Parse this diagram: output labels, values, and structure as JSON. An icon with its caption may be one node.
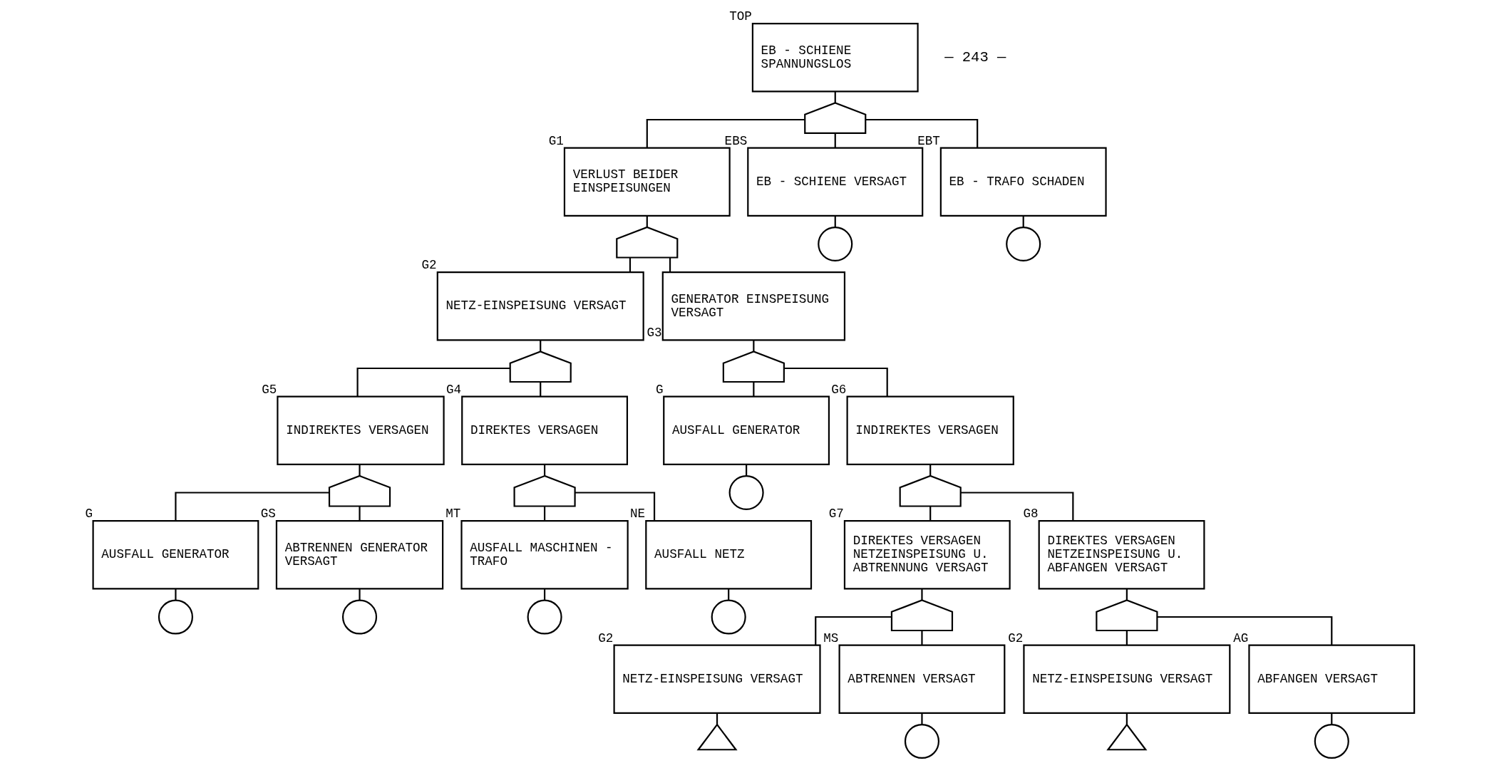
{
  "diagram": {
    "nodes": [
      {
        "text": [
          "EB - SCHIENE SPANNUNGSLOS"
        ],
        "beside": [
          "TOP"
        ]
      },
      {
        "text": [],
        "shape": "semicircle"
      },
      {
        "text": [
          "VERLUST BEIDER EINSPEISUNGEN"
        ],
        "beside": [
          "G1"
        ]
      },
      {
        "text": [],
        "shape": "semicircle"
      },
      {
        "text": [
          "EB - SCHIENE VERSAGT"
        ],
        "beside": [
          "EBS"
        ]
      },
      {
        "text": [],
        "shape": "circle"
      },
      {
        "text": [
          "EB - TRAFO SCHADEN"
        ],
        "beside": [
          "EBT"
        ]
      },
      {
        "text": [],
        "shape": "circle"
      },
      {
        "text": [
          "NETZ-EINSPEISUNG VERSAGT"
        ],
        "beside": [
          "G2"
        ]
      },
      {
        "text": [],
        "shape": "semicircle"
      },
      {
        "text": [
          "GENERATOR EINSPEISUNG VERSAGT"
        ],
        "beside": [
          "G3"
        ]
      },
      {
        "text": [],
        "shape": "semicircle"
      },
      {
        "text": [
          "INDIREKTES VERSAGEN"
        ],
        "beside": [
          "G5"
        ]
      },
      {
        "text": [],
        "shape": "semicircle"
      },
      {
        "text": [
          "DIREKTES VERSAGEN"
        ],
        "beside": [
          "G4"
        ]
      },
      {
        "text": [],
        "shape": "semicircle"
      },
      {
        "text": [
          "AUSFALL GENERATOR"
        ],
        "beside": [
          "G"
        ]
      },
      {
        "text": [],
        "shape": "circle"
      },
      {
        "text": [
          "INDIREKTES VERSAGEN"
        ],
        "beside": [
          "G6"
        ]
      },
      {
        "text": [],
        "shape": "semicircle"
      },
      {
        "text": [
          "AUSFALL GENERATOR"
        ],
        "beside": [
          "G"
        ]
      },
      {
        "text": [],
        "shape": "circle"
      },
      {
        "text": [
          "ABTRENNEN GENERATOR VERSAGT"
        ],
        "beside": [
          "GS"
        ]
      },
      {
        "text": [],
        "shape": "circle"
      },
      {
        "text": [
          "AUSFALL MASCHINEN - TRAFO"
        ],
        "beside": [
          "MT"
        ]
      },
      {
        "text": [],
        "shape": "circle"
      },
      {
        "text": [
          "AUSFALL NETZ"
        ],
        "beside": [
          "NE"
        ]
      },
      {
        "text": [],
        "shape": "circle"
      },
      {
        "text": [
          "DIREKTES VERSAGEN NETZEINSPEISUNG U. ABTRENNUNG VERSAGT"
        ],
        "beside": [
          "G7"
        ]
      },
      {
        "text": [],
        "shape": "semicircle"
      },
      {
        "text": [
          "DIREKTES VERSAGEN NETZEINSPEISUNG U. ABFANGEN VERSAGT"
        ],
        "beside": [
          "G8"
        ]
      },
      {
        "text": [],
        "shape": "semicircle"
      },
      {
        "text": [
          "NETZ-EINSPEISUNG VERSAGT"
        ],
        "beside": [
          "G2"
        ]
      },
      {
        "text": [],
        "shape": "triangle"
      },
      {
        "text": [
          "ABTRENNEN VERSAGT"
        ],
        "beside": [
          "MS"
        ]
      },
      {
        "text": [],
        "shape": "circle"
      },
      {
        "text": [
          "NETZ-EINSPEISUNG VERSAGT"
        ],
        "beside": [
          "G2"
        ]
      },
      {
        "text": [],
        "shape": "triangle"
      },
      {
        "text": [
          "ABFANGEN VERSAGT"
        ],
        "beside": [
          "AG"
        ]
      },
      {
        "text": [],
        "shape": "circle"
      }
    ],
    "edges": [
      {
        "from": 0,
        "to": 1,
        "arrow": "none"
      },
      {
        "from": 1,
        "to": 2,
        "arrow": "none"
      },
      {
        "from": 1,
        "to": 4,
        "arrow": "none"
      },
      {
        "from": 1,
        "to": 6,
        "arrow": "none"
      },
      {
        "from": 2,
        "to": 3,
        "arrow": "none"
      },
      {
        "from": 3,
        "to": 8,
        "arrow": "none"
      },
      {
        "from": 3,
        "to": 10,
        "arrow": "none"
      },
      {
        "from": 4,
        "to": 5,
        "arrow": "none"
      },
      {
        "from": 6,
        "to": 7,
        "arrow": "none"
      },
      {
        "from": 8,
        "to": 9,
        "arrow": "none"
      },
      {
        "from": 9,
        "to": 12,
        "arrow": "none"
      },
      {
        "from": 9,
        "to": 14,
        "arrow": "none"
      },
      {
        "from": 10,
        "to": 11,
        "arrow": "none"
      },
      {
        "from": 11,
        "to": 16,
        "arrow": "none"
      },
      {
        "from": 11,
        "to": 18,
        "arrow": "none"
      },
      {
        "from": 12,
        "to": 13,
        "arrow": "none"
      },
      {
        "from": 13,
        "to": 20,
        "arrow": "none"
      },
      {
        "from": 13,
        "to": 22,
        "arrow": "none"
      },
      {
        "from": 14,
        "to": 15,
        "arrow": "none"
      },
      {
        "from": 15,
        "to": 24,
        "arrow": "none"
      },
      {
        "from": 15,
        "to": 26,
        "arrow": "none"
      },
      {
        "from": 16,
        "to": 17,
        "arrow": "none"
      },
      {
        "from": 18,
        "to": 19,
        "arrow": "none"
      },
      {
        "from": 19,
        "to": 28,
        "arrow": "none"
      },
      {
        "from": 19,
        "to": 30,
        "arrow": "none"
      },
      {
        "from": 20,
        "to": 21,
        "arrow": "none"
      },
      {
        "from": 22,
        "to": 23,
        "arrow": "none"
      },
      {
        "from": 24,
        "to": 25,
        "arrow": "none"
      },
      {
        "from": 26,
        "to": 27,
        "arrow": "none"
      },
      {
        "from": 28,
        "to": 29,
        "arrow": "none"
      },
      {
        "from": 29,
        "to": 32,
        "arrow": "none"
      },
      {
        "from": 29,
        "to": 34,
        "arrow": "none"
      },
      {
        "from": 30,
        "to": 31,
        "arrow": "none"
      },
      {
        "from": 31,
        "to": 36,
        "arrow": "none"
      },
      {
        "from": 31,
        "to": 38,
        "arrow": "none"
      },
      {
        "from": 32,
        "to": 33,
        "arrow": "none"
      },
      {
        "from": 34,
        "to": 35,
        "arrow": "none"
      },
      {
        "from": 36,
        "to": 37,
        "arrow": "none"
      },
      {
        "from": 38,
        "to": 39,
        "arrow": "none"
      }
    ],
    "labels": [
      "— 243 —"
    ]
  }
}
